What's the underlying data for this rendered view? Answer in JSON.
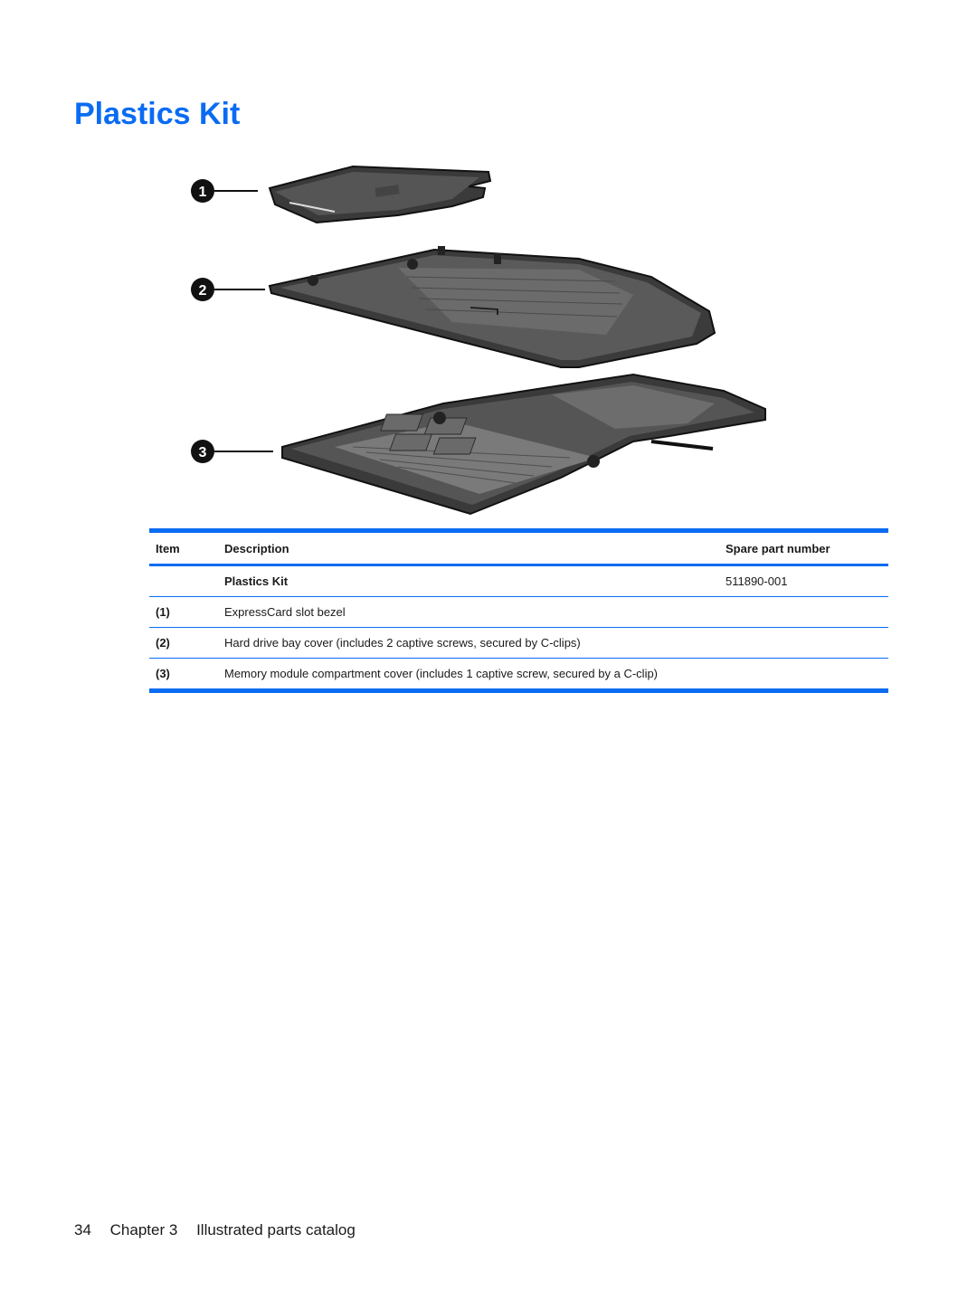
{
  "page": {
    "title": "Plastics Kit"
  },
  "figure": {
    "callouts": [
      "1",
      "2",
      "3"
    ]
  },
  "table": {
    "headers": [
      "Item",
      "Description",
      "Spare part number"
    ],
    "kit_row": {
      "item": "",
      "description": "Plastics Kit",
      "spare_part_number": "511890-001"
    },
    "rows": [
      {
        "item": "(1)",
        "description": "ExpressCard slot bezel",
        "spare_part_number": ""
      },
      {
        "item": "(2)",
        "description": "Hard drive bay cover (includes 2 captive screws, secured by C-clips)",
        "spare_part_number": ""
      },
      {
        "item": "(3)",
        "description": "Memory module compartment cover (includes 1 captive screw, secured by a C-clip)",
        "spare_part_number": ""
      }
    ]
  },
  "footer": {
    "page_number": "34",
    "chapter": "Chapter 3",
    "chapter_title": "Illustrated parts catalog"
  },
  "colors": {
    "accent": "#0a6cf2"
  }
}
